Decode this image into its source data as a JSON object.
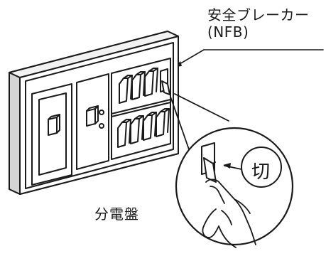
{
  "labels": {
    "breaker_line1": "安全ブレーカー",
    "breaker_line2": "(NFB)",
    "panel": "分電盤",
    "off": "切"
  },
  "illustration": {
    "subject": "distribution panel with safety breaker (NFB) switched off by hand",
    "stroke_color": "#1a1a1a",
    "panel_face_color": "#ffffff",
    "panel_shade_color": "#e6e6e6",
    "small_breakers_top_row": 3,
    "small_breakers_bottom_row": 4
  }
}
